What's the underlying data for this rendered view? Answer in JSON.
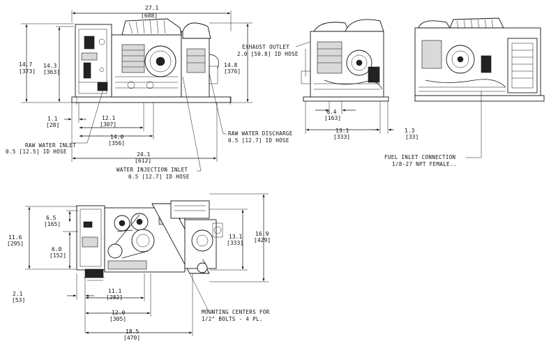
{
  "dimensions": {
    "side_width": {
      "in": "27.1",
      "mm": "[688]"
    },
    "side_left_height": {
      "in": "14.7",
      "mm": "[373]"
    },
    "side_left_height_inner": {
      "in": "14.3",
      "mm": "[363]"
    },
    "side_right_height": {
      "in": "14.8",
      "mm": "[376]"
    },
    "side_offset_a": {
      "in": "1.1",
      "mm": "[28]"
    },
    "side_offset_b": {
      "in": "12.1",
      "mm": "[307]"
    },
    "side_offset_c": {
      "in": "14.0",
      "mm": "[356]"
    },
    "side_offset_d": {
      "in": "24.1",
      "mm": "[612]"
    },
    "end_offset_a": {
      "in": "6.4",
      "mm": "[163]"
    },
    "end_width": {
      "in": "13.1",
      "mm": "[333]"
    },
    "end_offset_b": {
      "in": "1.3",
      "mm": "[33]"
    },
    "top_depth_small": {
      "in": "6.5",
      "mm": "[165]"
    },
    "top_depth_left": {
      "in": "11.6",
      "mm": "[295]"
    },
    "top_depth_inner": {
      "in": "6.0",
      "mm": "[152]"
    },
    "top_offset_a": {
      "in": "2.1",
      "mm": "[53]"
    },
    "top_offset_b": {
      "in": "11.1",
      "mm": "[282]"
    },
    "top_offset_c": {
      "in": "12.0",
      "mm": "[305]"
    },
    "top_length": {
      "in": "18.5",
      "mm": "[470]"
    },
    "top_depth_mid": {
      "in": "13.1",
      "mm": "[333]"
    },
    "top_depth_right": {
      "in": "16.9",
      "mm": "[429]"
    }
  },
  "callouts": {
    "exhaust": {
      "line1": "EXHAUST OUTLET",
      "line2": "2.0 [50.8] ID HOSE"
    },
    "raw_inlet": {
      "line1": "RAW WATER INLET",
      "line2": "0.5 [12.5] ID HOSE"
    },
    "raw_discharge": {
      "line1": "RAW WATER DISCHARGE",
      "line2": "0.5 [12.7] ID HOSE"
    },
    "water_injection": {
      "line1": "WATER INJECTION INLET",
      "line2": "0.5 [12.7] ID HOSE"
    },
    "fuel_inlet": {
      "line1": "FUEL INLET CONNECTION",
      "line2": "1/8-27 NPT FEMALE.."
    },
    "mounting": {
      "line1": "MOUNTING CENTERS FOR",
      "line2": "1/2\" BOLTS - 4 PL."
    }
  }
}
